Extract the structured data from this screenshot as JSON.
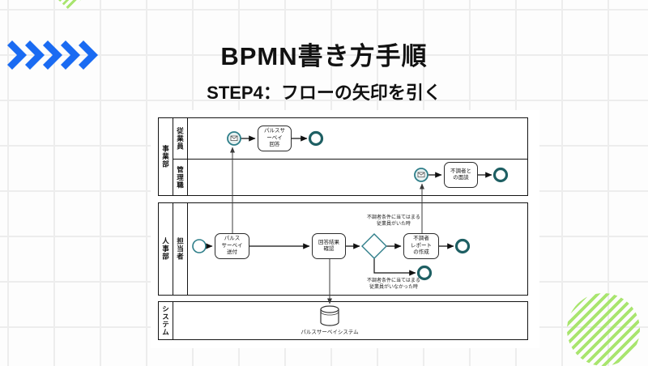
{
  "header": {
    "title": "BPMN書き方手順",
    "subtitle": "STEP4：フローの矢印を引く"
  },
  "diagram": {
    "pool_business": {
      "label": "事業部",
      "lane_employee": "従業員",
      "lane_manager": "管理職"
    },
    "pool_hr": {
      "label": "人事部",
      "lane_staff": "担当者"
    },
    "pool_system": {
      "label": "システム"
    },
    "tasks": {
      "answer_survey": "パルスサ\nーベイ\n回答",
      "interview": "不調者と\nの面談",
      "send_survey": "パルス\nサーベイ\n送付",
      "check_results": "回答結果\n確認",
      "create_report": "不調者\nレポート\nの作成"
    },
    "flow_labels": {
      "matched": "不調者条件に当てはまる\n従業員がいた時",
      "not_matched": "不調者条件に当てはまる\n従業員がいなかった時"
    },
    "datastore_label": "パルスサーベイシステム"
  },
  "icons": {
    "chevrons": "chevron-right-icon x5",
    "message_events": "envelope-icon"
  },
  "colors": {
    "accent_blue": "#1a6bf2",
    "accent_green": "#a9e56f",
    "event_teal": "#1e5f63",
    "outline_teal": "#2e7e89",
    "line_black": "#141414"
  }
}
